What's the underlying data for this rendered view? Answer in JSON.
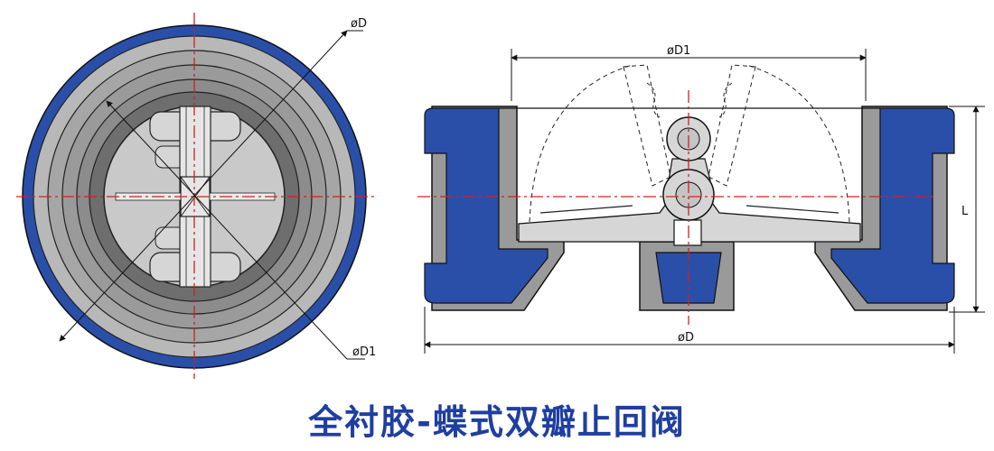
{
  "caption": "全衬胶-蝶式双瓣止回阀",
  "colors": {
    "lining": "#2a4fa8",
    "body": "#9a9a9a",
    "ring_light": "#c4c4c4",
    "ring_dark": "#6e6e6e",
    "plate": "#d6d6d6",
    "centerline": "#d22020"
  },
  "front_view": {
    "label_outer": "øD",
    "label_inner": "øD1"
  },
  "section_view": {
    "label_bore": "øD1",
    "label_outer": "øD",
    "label_length": "L"
  }
}
